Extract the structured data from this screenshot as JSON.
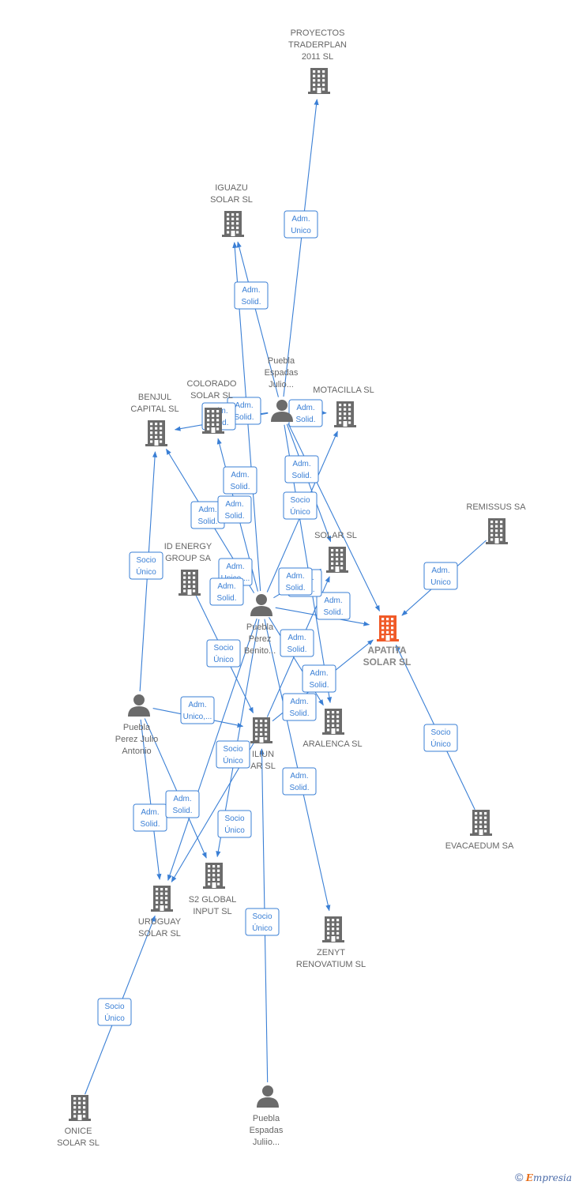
{
  "colors": {
    "edge": "#3a7fd5",
    "company": "#6b6b6b",
    "highlight": "#f05a28",
    "label": "#666666"
  },
  "nodes": [
    {
      "id": "proyectos",
      "type": "company",
      "lines": [
        "PROYECTOS",
        "TRADERPLAN",
        "2011 SL"
      ]
    },
    {
      "id": "iguazu",
      "type": "company",
      "lines": [
        "IGUAZU",
        "SOLAR  SL"
      ]
    },
    {
      "id": "puebla_julio_top",
      "type": "person",
      "lines": [
        "Puebla",
        "Espadas",
        "Julio..."
      ]
    },
    {
      "id": "colorado",
      "type": "company",
      "lines": [
        "COLORADO",
        "SOLAR  SL"
      ]
    },
    {
      "id": "motacilla",
      "type": "company",
      "lines": [
        "MOTACILLA SL"
      ]
    },
    {
      "id": "benjul",
      "type": "company",
      "lines": [
        "BENJUL",
        "CAPITAL  SL"
      ]
    },
    {
      "id": "remissus",
      "type": "company",
      "lines": [
        "REMISSUS SA"
      ]
    },
    {
      "id": "id_energy",
      "type": "company",
      "lines": [
        "ID ENERGY",
        "GROUP SA"
      ]
    },
    {
      "id": "solar_mid",
      "type": "company",
      "lines": [
        "SOLAR  SL"
      ]
    },
    {
      "id": "puebla_benito",
      "type": "person",
      "lines": [
        "Puebla",
        "Perez",
        "Benito..."
      ]
    },
    {
      "id": "apatita",
      "type": "company",
      "main": true,
      "lines": [
        "APATITA",
        "SOLAR  SL"
      ]
    },
    {
      "id": "puebla_antonio",
      "type": "person",
      "lines": [
        "Puebla",
        "Perez Julio",
        "Antonio"
      ]
    },
    {
      "id": "iliun",
      "type": "company",
      "lines": [
        "ILIUN",
        "AR  SL"
      ]
    },
    {
      "id": "aralenca",
      "type": "company",
      "lines": [
        "ARALENCA SL"
      ]
    },
    {
      "id": "evacaedum",
      "type": "company",
      "lines": [
        "EVACAEDUM SA"
      ]
    },
    {
      "id": "s2global",
      "type": "company",
      "lines": [
        "S2 GLOBAL",
        "INPUT  SL"
      ]
    },
    {
      "id": "uruguay",
      "type": "company",
      "lines": [
        "URUGUAY",
        "SOLAR SL"
      ]
    },
    {
      "id": "zenyt",
      "type": "company",
      "lines": [
        "ZENYT",
        "RENOVATIUM SL"
      ]
    },
    {
      "id": "onice",
      "type": "company",
      "lines": [
        "ONICE",
        "SOLAR  SL"
      ]
    },
    {
      "id": "puebla_julio_bottom",
      "type": "person",
      "lines": [
        "Puebla",
        "Espadas",
        "Juliio..."
      ]
    }
  ],
  "edges": [
    {
      "from": "puebla_julio_top",
      "to": "proyectos",
      "label": [
        "Adm.",
        "Unico"
      ]
    },
    {
      "from": "puebla_julio_top",
      "to": "iguazu",
      "label": [
        "Adm.",
        "Solid."
      ]
    },
    {
      "from": "puebla_julio_top",
      "to": "colorado",
      "label": [
        "Adm.",
        "Solid."
      ]
    },
    {
      "from": "puebla_julio_top",
      "to": "motacilla",
      "label": [
        "Adm.",
        "Solid."
      ]
    },
    {
      "from": "puebla_julio_top",
      "to": "apatita",
      "label": [
        "Adm.",
        "Solid."
      ]
    },
    {
      "from": "puebla_julio_top",
      "to": "solar_mid",
      "label": [
        "Adm.",
        "Solid."
      ]
    },
    {
      "from": "puebla_julio_top",
      "to": "aralenca",
      "label": [
        "Adm.",
        "Solid."
      ]
    },
    {
      "from": "puebla_benito",
      "to": "iguazu",
      "label": [
        "Adm.",
        "Solid."
      ]
    },
    {
      "from": "puebla_benito",
      "to": "colorado",
      "label": [
        "Adm.",
        "Solid."
      ]
    },
    {
      "from": "puebla_benito",
      "to": "benjul",
      "label": [
        "Adm.",
        "Solid."
      ]
    },
    {
      "from": "puebla_benito",
      "to": "motacilla",
      "label": [
        "Adm.",
        "Solid."
      ]
    },
    {
      "from": "puebla_benito",
      "to": "apatita",
      "label": [
        "Adm.",
        "Solid."
      ]
    },
    {
      "from": "puebla_benito",
      "to": "solar_mid",
      "label": [
        "Adm.",
        "Solid."
      ]
    },
    {
      "from": "puebla_benito",
      "to": "aralenca",
      "label": [
        "Socio",
        "Único"
      ]
    },
    {
      "from": "puebla_benito",
      "to": "uruguay",
      "label": [
        "Adm.",
        "Solid."
      ]
    },
    {
      "from": "puebla_benito",
      "to": "s2global",
      "label": [
        "Socio",
        "Único"
      ]
    },
    {
      "from": "puebla_benito",
      "to": "zenyt",
      "label": [
        "Adm.",
        "Unico,..."
      ]
    },
    {
      "from": "puebla_antonio",
      "to": "benjul",
      "label": [
        "Adm.",
        "Solid."
      ]
    },
    {
      "from": "puebla_antonio",
      "to": "iliun",
      "label": [
        "Adm.",
        "Solid."
      ]
    },
    {
      "from": "puebla_antonio",
      "to": "uruguay",
      "label": [
        "Adm.",
        "Solid."
      ]
    },
    {
      "from": "puebla_antonio",
      "to": "s2global",
      "label": [
        "Adm.",
        "Unico,..."
      ]
    },
    {
      "from": "iliun",
      "to": "apatita",
      "label": [
        "Socio",
        "Único"
      ]
    },
    {
      "from": "iliun",
      "to": "solar_mid",
      "label": [
        "Socio",
        "Único"
      ]
    },
    {
      "from": "iliun",
      "to": "uruguay",
      "label": [
        "Adm.",
        "Unico"
      ]
    },
    {
      "from": "id_energy",
      "to": "iliun",
      "label": [
        "Socio",
        "Único"
      ]
    },
    {
      "from": "remissus",
      "to": "apatita",
      "label": [
        "Socio",
        "Único"
      ]
    },
    {
      "from": "evacaedum",
      "to": "apatita",
      "label": [
        "Socio",
        "Único"
      ]
    },
    {
      "from": "onice",
      "to": "uruguay",
      "label": [
        "Socio",
        "Único"
      ]
    },
    {
      "from": "puebla_julio_bottom",
      "to": "iliun",
      "label": [
        "Adm.",
        "Solid."
      ]
    },
    {
      "from": "puebla_julio_top",
      "to": "benjul",
      "label": [
        "Adm.",
        "Solid."
      ]
    }
  ],
  "footer": {
    "copyright": "©",
    "brand_first": "E",
    "brand_rest": "mpresia"
  }
}
